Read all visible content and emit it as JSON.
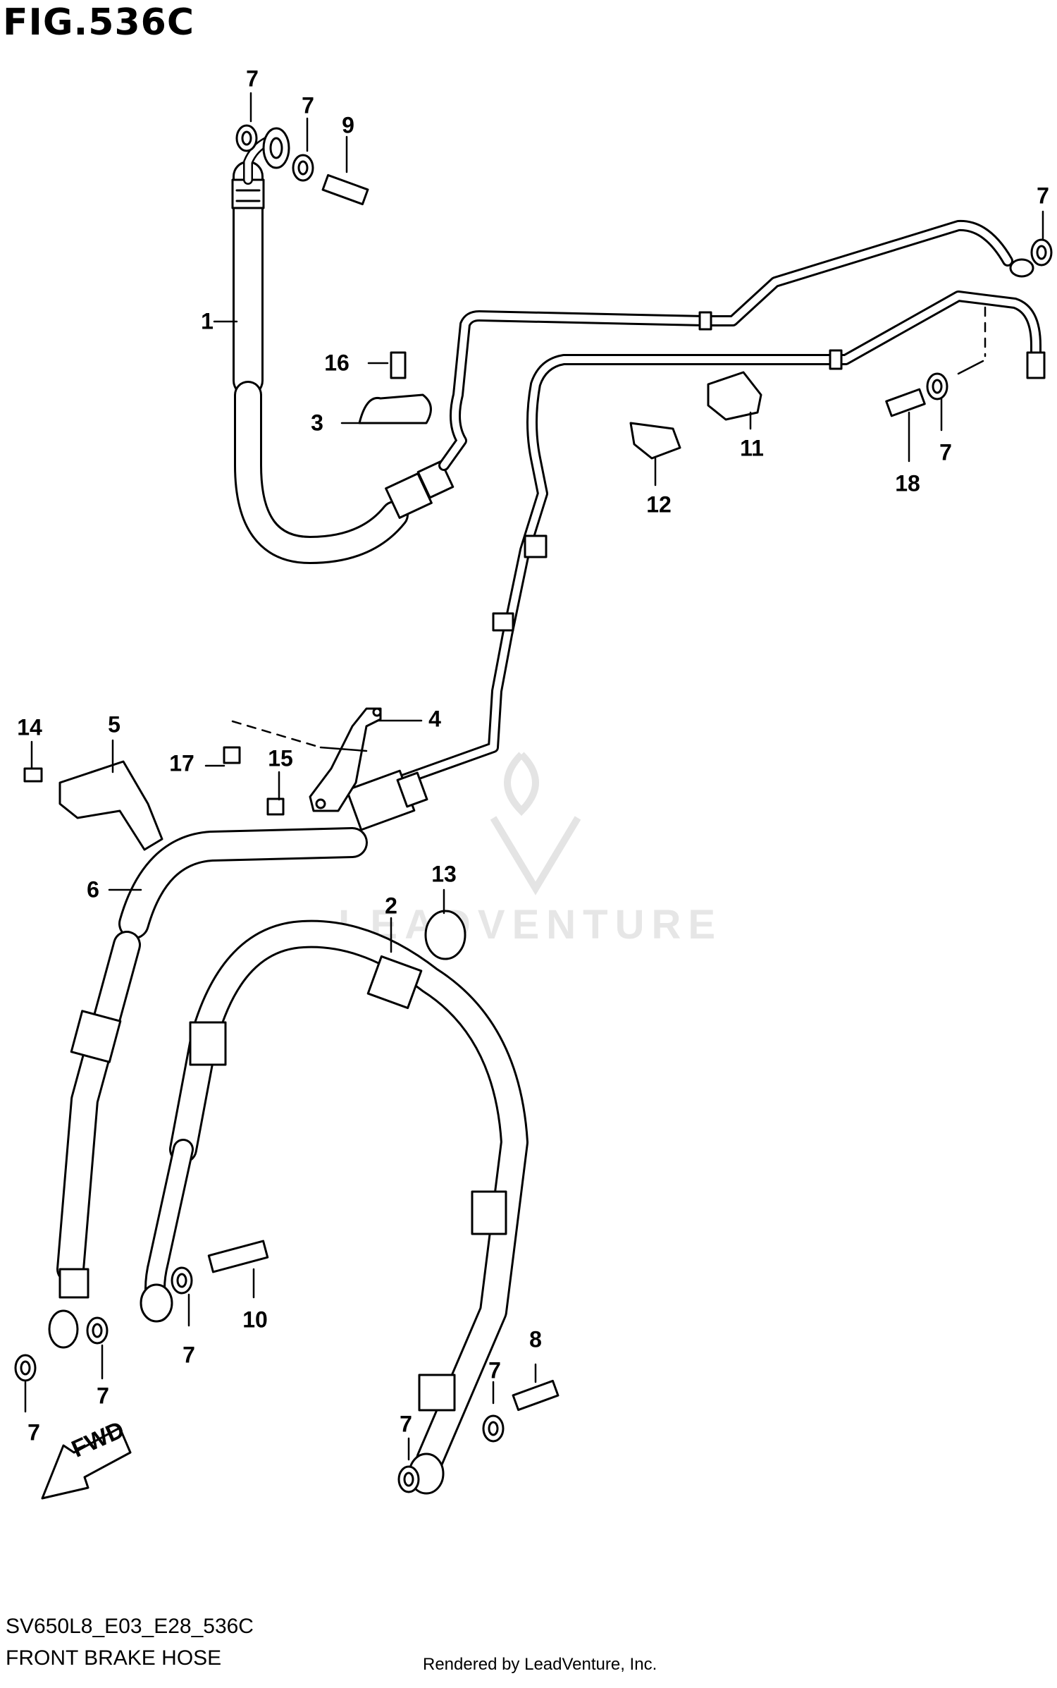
{
  "figure": {
    "title": "FIG.536C",
    "diagram_code": "SV650L8_E03_E28_536C",
    "name": "FRONT BRAKE HOSE",
    "render_credit": "Rendered by LeadVenture, Inc.",
    "watermark": "LEADVENTURE",
    "fwd_arrow_label": "FWD"
  },
  "callouts": [
    {
      "id": "c1",
      "label": "1"
    },
    {
      "id": "c2",
      "label": "2"
    },
    {
      "id": "c3",
      "label": "3"
    },
    {
      "id": "c4",
      "label": "4"
    },
    {
      "id": "c5",
      "label": "5"
    },
    {
      "id": "c6",
      "label": "6"
    },
    {
      "id": "c7a",
      "label": "7"
    },
    {
      "id": "c7b",
      "label": "7"
    },
    {
      "id": "c7c",
      "label": "7"
    },
    {
      "id": "c7d",
      "label": "7"
    },
    {
      "id": "c7e",
      "label": "7"
    },
    {
      "id": "c7f",
      "label": "7"
    },
    {
      "id": "c7g",
      "label": "7"
    },
    {
      "id": "c7h",
      "label": "7"
    },
    {
      "id": "c7i",
      "label": "7"
    },
    {
      "id": "c8",
      "label": "8"
    },
    {
      "id": "c9",
      "label": "9"
    },
    {
      "id": "c10",
      "label": "10"
    },
    {
      "id": "c11",
      "label": "11"
    },
    {
      "id": "c12",
      "label": "12"
    },
    {
      "id": "c13",
      "label": "13"
    },
    {
      "id": "c14",
      "label": "14"
    },
    {
      "id": "c15",
      "label": "15"
    },
    {
      "id": "c16",
      "label": "16"
    },
    {
      "id": "c17",
      "label": "17"
    },
    {
      "id": "c18",
      "label": "18"
    }
  ]
}
